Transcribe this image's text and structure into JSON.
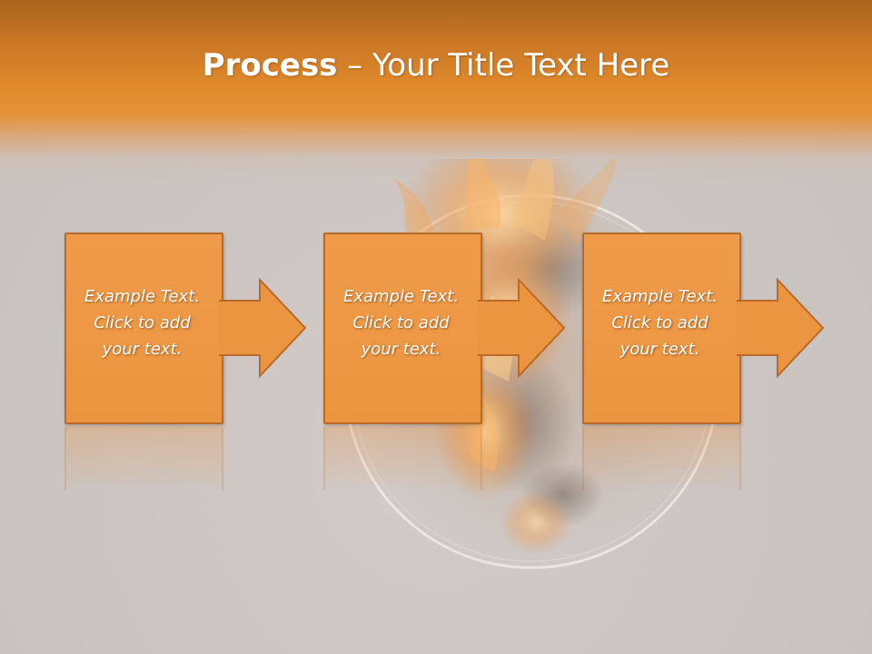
{
  "slide": {
    "title_bold": "Process",
    "title_rest": " – Your Title Text Here",
    "steps": [
      {
        "line1": "Example Text.",
        "line2": "Click  to add",
        "line3": "your text."
      },
      {
        "line1": "Example Text.",
        "line2": "Click  to add",
        "line3": "your text."
      },
      {
        "line1": "Example Text.",
        "line2": "Click  to add",
        "line3": "your text."
      }
    ]
  },
  "colors": {
    "header_top": "#a8641e",
    "header_bottom": "#e69136",
    "box_fill": "#ec9540",
    "box_border": "#b86a2a",
    "background": "#cdc6c2",
    "text": "#ffffff"
  },
  "icons": {
    "background_image": "burning-globe-image",
    "connector": "right-arrow-icon"
  }
}
